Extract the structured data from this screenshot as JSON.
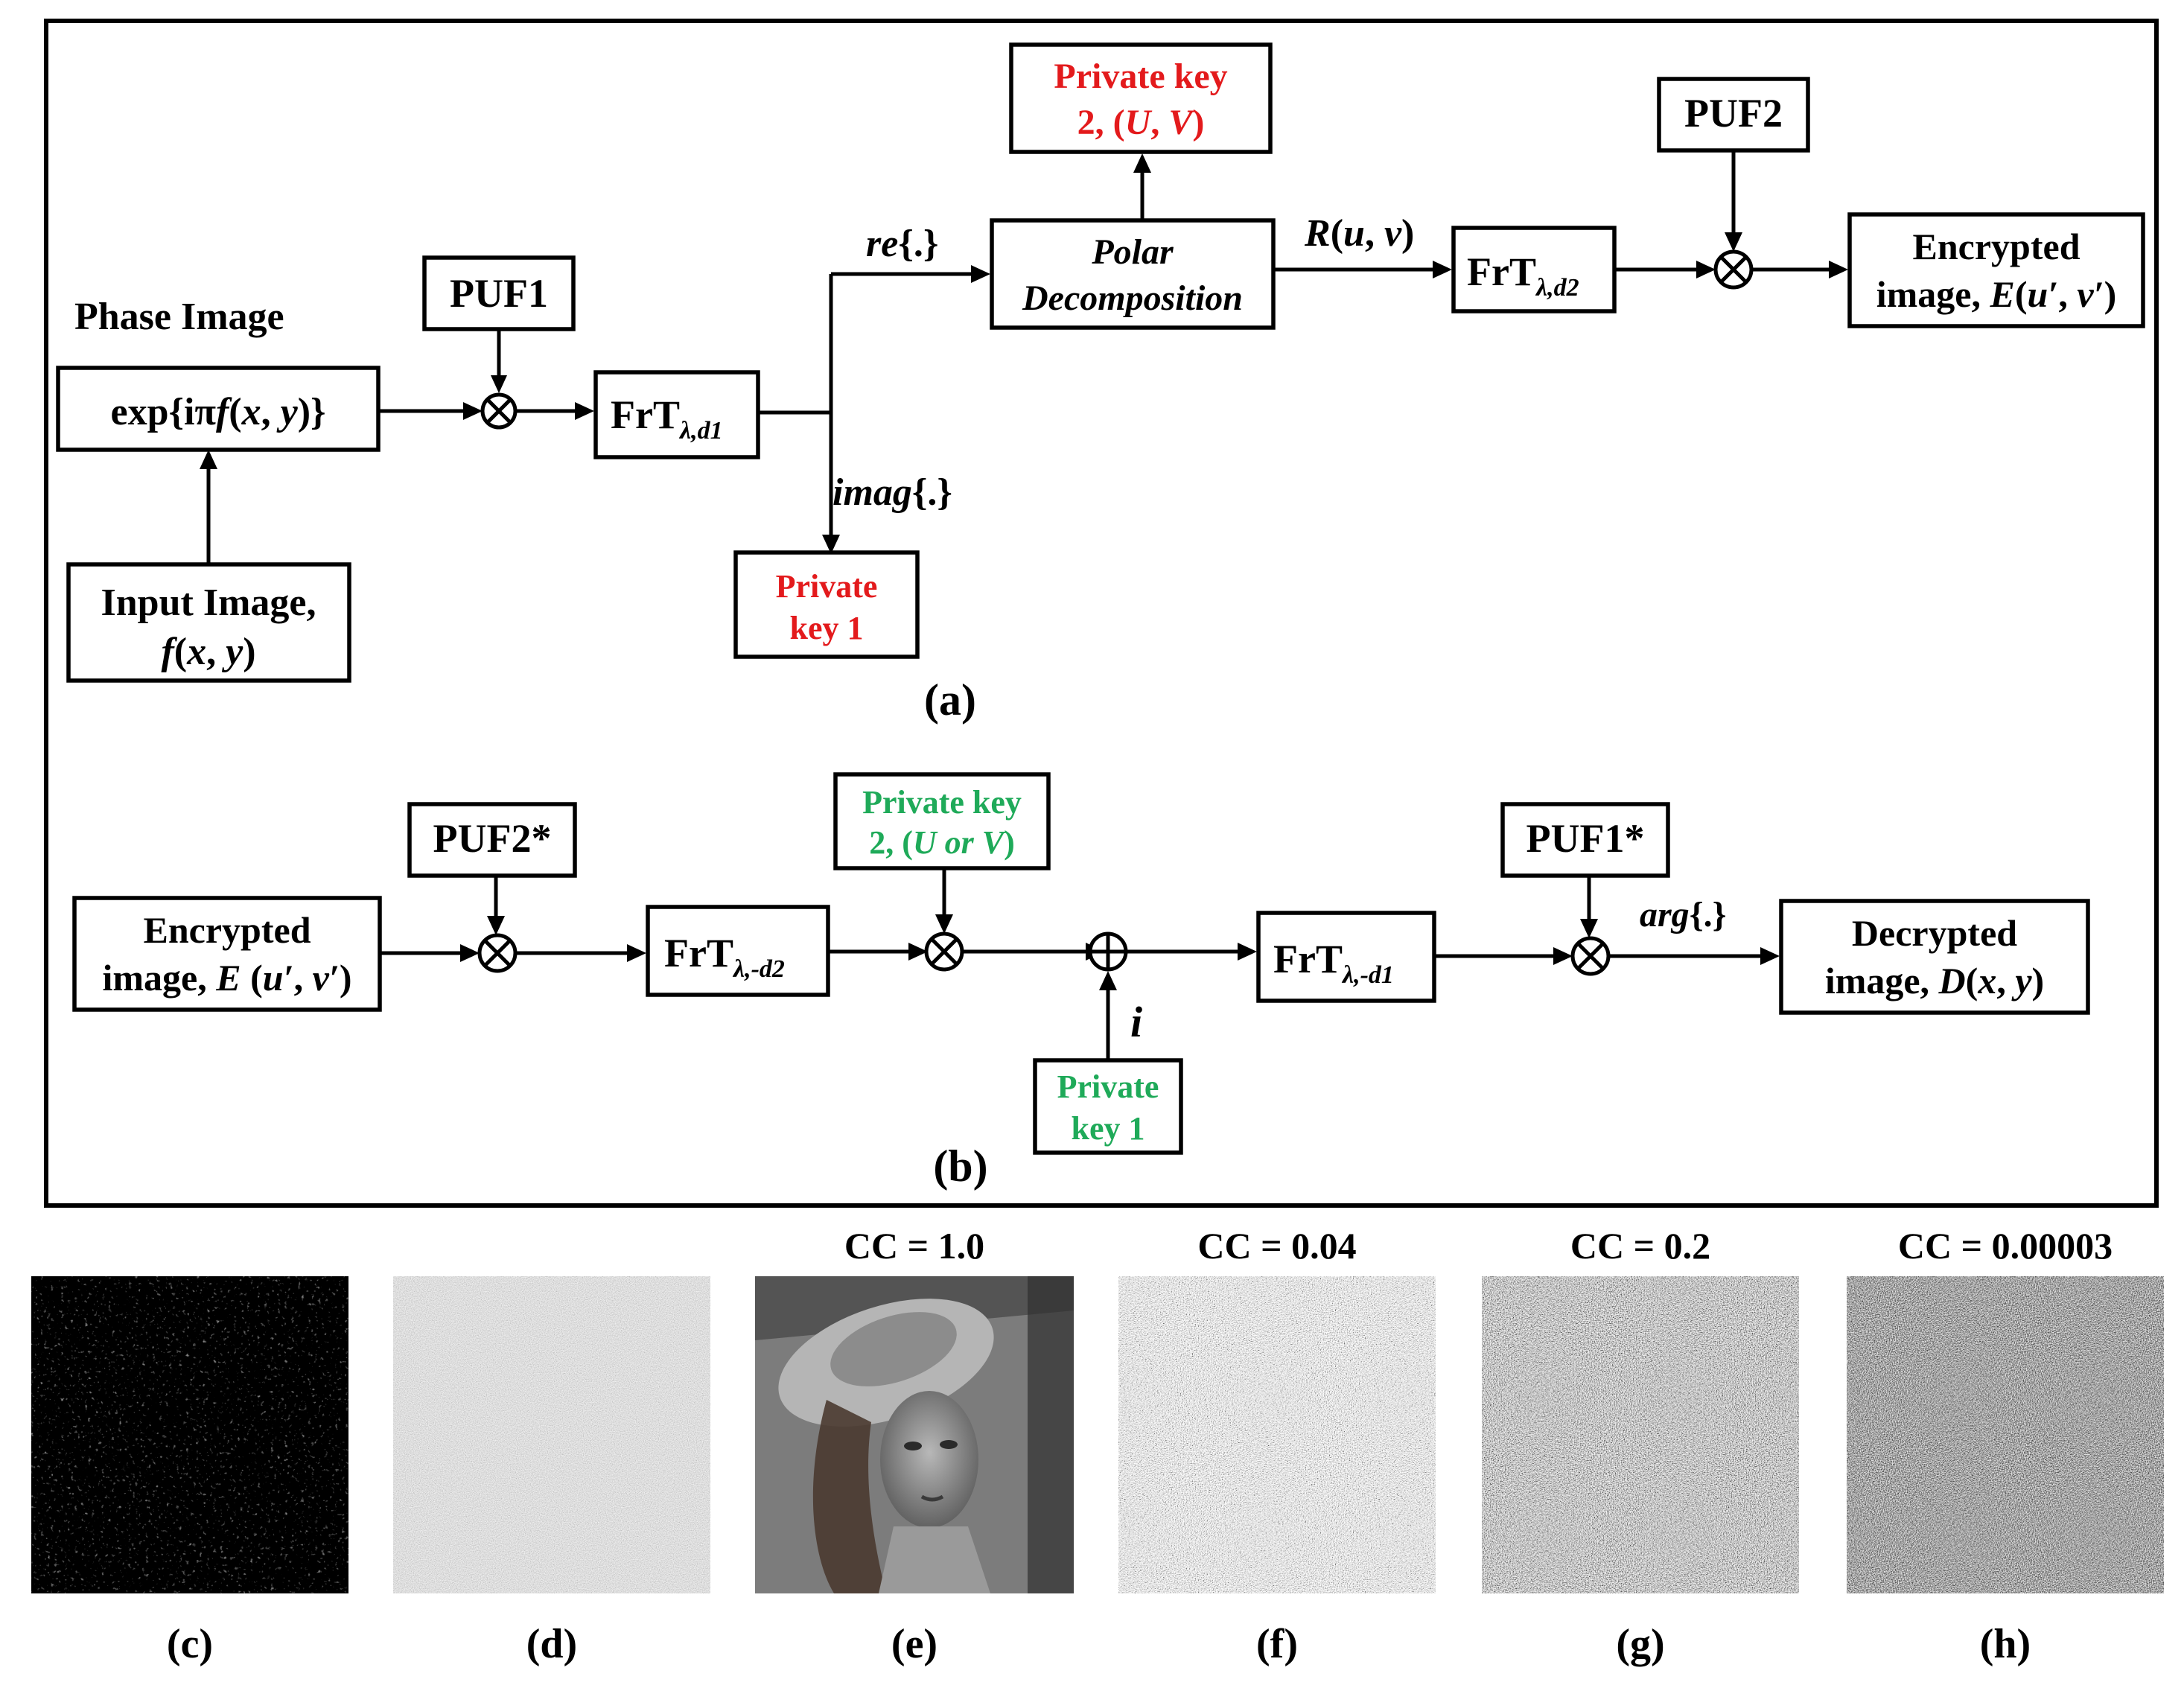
{
  "colors": {
    "line": "#000000",
    "key_red": "#e31a1c",
    "key_green": "#1faa59",
    "noise_bright": "#bfbfbf",
    "noise_dark": "#2b2b2b"
  },
  "panel_a": {
    "caption": "(a)",
    "phase_image_title": "Phase Image",
    "exp_box": {
      "a": "exp{iπ",
      "b": "f",
      "c": "(",
      "d": "x",
      "e": ", ",
      "f": "y",
      "g": ")}"
    },
    "input_box": {
      "line1": "Input Image,",
      "f": "f",
      "o": "(",
      "x": "x",
      "c": ", ",
      "y": "y",
      "e": ")"
    },
    "puf1": "PUF1",
    "frt1": {
      "main": "FrT",
      "sub": "λ,d1"
    },
    "re_label": {
      "fn": "re",
      "arg": "{.}"
    },
    "imag_label": {
      "fn": "imag",
      "arg": "{.}"
    },
    "private_key1": {
      "line1": "Private",
      "line2": "key 1"
    },
    "polar": {
      "line1": "Polar",
      "line2": "Decomposition"
    },
    "private_key2": {
      "line1": "Private key",
      "line2a": "2, (",
      "U": "U",
      "comma": ", ",
      "V": "V",
      "close": ")"
    },
    "r_label": {
      "R": "R",
      "o": "(",
      "u": "u",
      "c": ", ",
      "v": "v",
      "e": ")"
    },
    "frt2": {
      "main": "FrT",
      "sub": "λ,d2"
    },
    "puf2": "PUF2",
    "encrypted": {
      "line1": "Encrypted",
      "line2a": "image, ",
      "E": "E",
      "o": "(",
      "u": "u′",
      "c": ", ",
      "v": "v′",
      "e": ")"
    }
  },
  "panel_b": {
    "caption": "(b)",
    "encrypted": {
      "line1": "Encrypted",
      "line2a": "image, ",
      "E": "E",
      "o": " (",
      "u": "u′",
      "c": ", ",
      "v": "v′",
      "e": ")"
    },
    "puf2_star": "PUF2*",
    "frt_d2": {
      "main": "FrT",
      "sub": "λ,-d2"
    },
    "private_key2": {
      "line1": "Private key",
      "line2a": "2, (",
      "UV": "U or V",
      "close": ")"
    },
    "i_label": "i",
    "private_key1": {
      "line1": "Private",
      "line2": "key 1"
    },
    "frt_d1": {
      "main": "FrT",
      "sub": "λ,-d1"
    },
    "puf1_star": "PUF1*",
    "arg_label": {
      "fn": "arg",
      "arg": "{.}"
    },
    "decrypted": {
      "line1": "Decrypted",
      "line2a": "image, ",
      "D": "D",
      "o": "(",
      "x": "x",
      "c": ", ",
      "y": "y",
      "e": ")"
    }
  },
  "thumbnails": [
    {
      "caption": "(c)",
      "cc": "",
      "style": "sparse-dark-speckle"
    },
    {
      "caption": "(d)",
      "cc": "",
      "style": "gray-noise"
    },
    {
      "caption": "(e)",
      "cc": "CC = 1.0",
      "style": "decrypted-portrait"
    },
    {
      "caption": "(f)",
      "cc": "CC = 0.04",
      "style": "bright-noise"
    },
    {
      "caption": "(g)",
      "cc": "CC = 0.2",
      "style": "mid-noise"
    },
    {
      "caption": "(h)",
      "cc": "CC = 0.00003",
      "style": "dark-noise"
    }
  ]
}
